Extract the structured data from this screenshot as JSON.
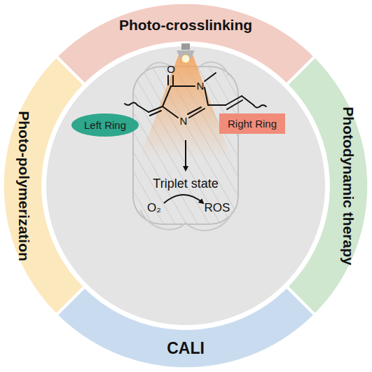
{
  "diagram": {
    "nodes": [
      {
        "text": [
          "Photo-crosslinking"
        ]
      },
      {
        "text": [
          "Photodynamic therapy"
        ]
      },
      {
        "text": [
          "CALI"
        ]
      },
      {
        "text": [
          "Photo-polymerization"
        ]
      },
      {
        "text": [
          "Left Ring"
        ]
      },
      {
        "text": [
          "Right Ring"
        ]
      }
    ],
    "edges": [],
    "labels": [
      "O",
      "N",
      "N",
      "Triplet state",
      "O₂",
      "ROS"
    ]
  }
}
